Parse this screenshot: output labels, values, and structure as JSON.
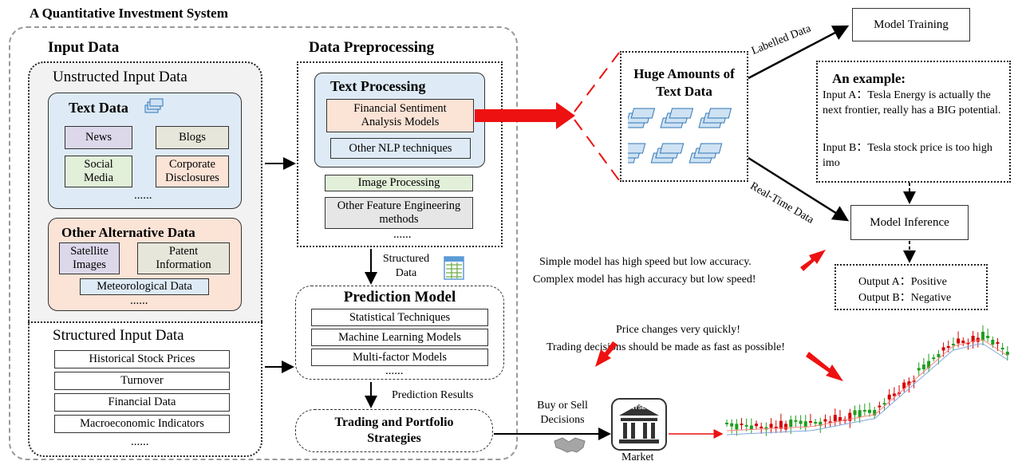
{
  "title": "A Quantitative Investment System",
  "input": {
    "heading": "Input Data",
    "unstructured": {
      "heading": "Unstructed Input Data",
      "text_data": {
        "heading": "Text Data",
        "items": [
          "News",
          "Blogs",
          "Social Media",
          "Corporate Disclosures"
        ],
        "more": "......"
      },
      "alt_data": {
        "heading": "Other Alternative Data",
        "items": [
          "Satellite Images",
          "Patent Information",
          "Meteorological Data"
        ],
        "more": "......"
      }
    },
    "structured": {
      "heading": "Structured Input Data",
      "items": [
        "Historical Stock Prices",
        "Turnover",
        "Financial Data",
        "Macroeconomic Indicators"
      ],
      "more": "......"
    }
  },
  "preprocessing": {
    "heading": "Data Preprocessing",
    "text_processing": {
      "heading": "Text Processing",
      "items": [
        "Financial Sentiment Analysis Models",
        "Other NLP techniques"
      ]
    },
    "image_processing": "Image Processing",
    "other_feature": "Other Feature Engineering methods",
    "more": "......"
  },
  "structured_data_label": "Structured Data",
  "prediction": {
    "heading": "Prediction Model",
    "items": [
      "Statistical Techniques",
      "Machine Learning Models",
      "Multi-factor Models"
    ],
    "more": "......"
  },
  "prediction_results_label": "Prediction Results",
  "strategies": "Trading and Portfolio Strategies",
  "buy_sell": "Buy or Sell Decisions",
  "market_label": "Market",
  "nyse": "NYSE",
  "huge_text": "Huge Amounts of Text Data",
  "labelled_data": "Labelled Data",
  "realtime_data": "Real-Time Data",
  "model_training": "Model Training",
  "model_inference": "Model Inference",
  "example": {
    "heading": "An example:",
    "lines": [
      "Input A：Tesla Energy is actually the next frontier, really has a BIG potential.",
      "Input B：Tesla stock price is too high imo"
    ]
  },
  "outputs": [
    "Output A：Positive",
    "Output B：Negative"
  ],
  "speed_note": [
    "Simple model has high speed but low accuracy.",
    "Complex model has high accuracy but low speed!"
  ],
  "price_note": [
    "Price changes very quickly!",
    "Trading decisions should be made as fast as possible!"
  ],
  "colors": {
    "text_panel": "#deebf6",
    "alt_panel": "#fbe3d6",
    "news": "#dcd8ea",
    "blogs": "#e7e6da",
    "social": "#e2efd9",
    "corporate": "#fbe3d6",
    "image_proc": "#e2efd9",
    "other_feat": "#e7e6e6",
    "red": "#ee1111"
  }
}
